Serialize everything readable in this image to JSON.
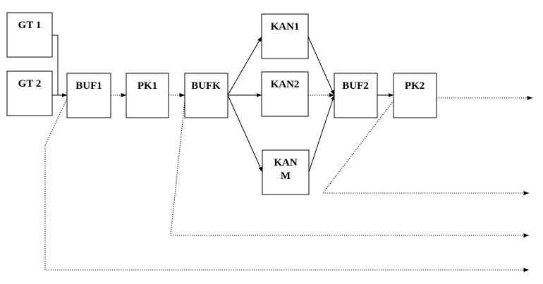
{
  "nodes": [
    {
      "id": "gt1",
      "label": "GT 1"
    },
    {
      "id": "gt2",
      "label": "GT 2"
    },
    {
      "id": "buf1",
      "label": "BUF1"
    },
    {
      "id": "pk1",
      "label": "PK1"
    },
    {
      "id": "bufk",
      "label": "BUFK"
    },
    {
      "id": "kan1",
      "label": "KAN1"
    },
    {
      "id": "kan2",
      "label": "KAN2"
    },
    {
      "id": "kanm",
      "label_line1": "KAN",
      "label_line2": "M"
    },
    {
      "id": "buf2",
      "label": "BUF2"
    },
    {
      "id": "pk2",
      "label": "PK2"
    }
  ],
  "colors": {
    "stroke": "#000000",
    "fill": "#ffffff"
  }
}
